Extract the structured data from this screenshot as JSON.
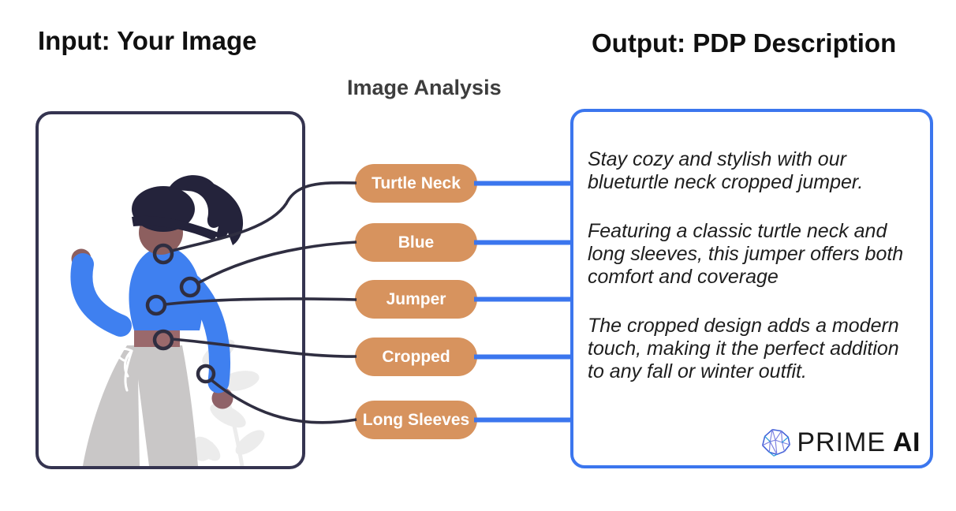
{
  "titles": {
    "input": "Input: Your Image",
    "output": "Output: PDP Description",
    "analysis": "Image Analysis"
  },
  "tags": [
    {
      "label": "Turtle Neck"
    },
    {
      "label": "Blue"
    },
    {
      "label": "Jumper"
    },
    {
      "label": "Cropped"
    },
    {
      "label": "Long Sleeves"
    }
  ],
  "description": {
    "paragraphs": [
      "Stay cozy and stylish with our blueturtle neck cropped jumper.",
      "Featuring a classic turtle neck and long sleeves, this jumper offers both comfort and coverage",
      "The cropped design adds a modern touch, making it the perfect addition to any fall or winter outfit."
    ]
  },
  "logo": {
    "brand": "PRIME",
    "suffix": "AI",
    "icon": "brain-network-icon"
  },
  "illustration": {
    "subject": "woman wearing blue cropped turtle neck jumper and grey trousers"
  },
  "colors": {
    "accent_blue": "#3B76EE",
    "tag_orange": "#D7935E",
    "frame_navy": "#353450",
    "connector_navy": "#2F2E41",
    "jumper_blue": "#3F80F0",
    "skin_brown": "#8D5F5F",
    "midriff_brown": "#9A696C",
    "hair_dark": "#24233B",
    "pants_grey": "#C9C7C7",
    "plant_grey": "#ECECEC"
  }
}
